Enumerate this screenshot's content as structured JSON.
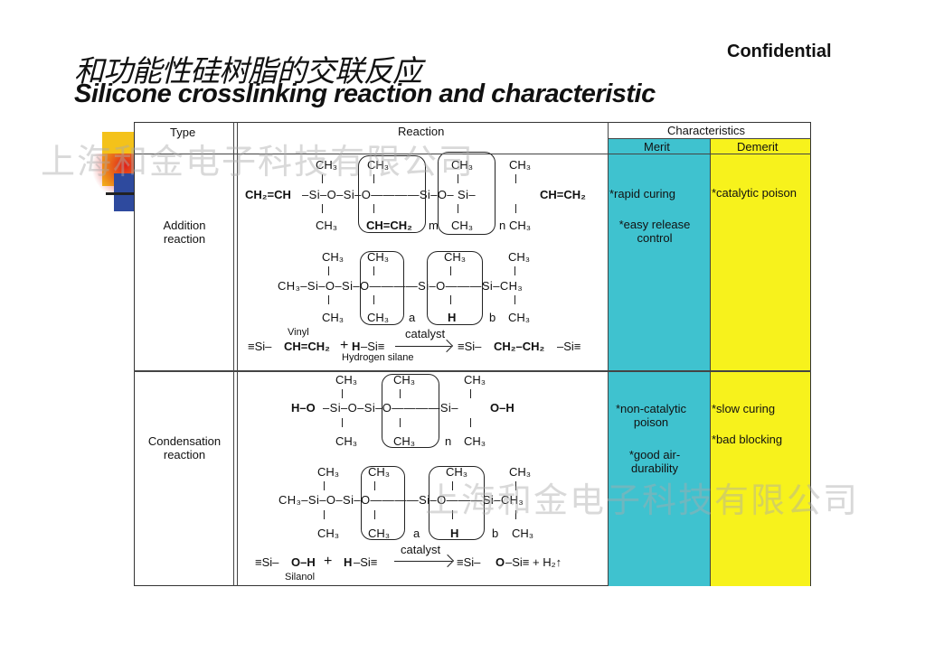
{
  "title_cn": "和功能性硅树脂的交联反应",
  "title_en": "Silicone crosslinking reaction and characteristic",
  "confidential": "Confidential",
  "watermark": "上海和金电子科技有限公司",
  "table": {
    "headers": {
      "type": "Type",
      "reaction": "Reaction",
      "characteristics": "Characteristics",
      "merit": "Merit",
      "demerit": "Demerit"
    },
    "rows": [
      {
        "type": "Addition\nreaction",
        "merits": [
          "*rapid curing",
          "*easy release\ncontrol"
        ],
        "demerits": [
          "*catalytic poison"
        ]
      },
      {
        "type": "Condensation\nreaction",
        "merits": [
          "*non-catalytic\npoison",
          "*good air-\ndurability"
        ],
        "demerits": [
          "*slow curing",
          "*bad blocking"
        ]
      }
    ]
  },
  "chem": {
    "ch3": "CH₃",
    "h": "H",
    "m": "m",
    "n": "n",
    "a": "a",
    "b": "b",
    "vinyl_group": "CH=CH₂",
    "m1": {
      "left": "CH₂=CH",
      "mid1": "–Si–O–Si–O————Si–O–  Si–",
      "right": "CH=CH₂"
    },
    "m2": {
      "mid": "CH₃–Si–O–Si–O————Si–O———Si–CH₃"
    },
    "r1": {
      "vinyl": "Vinyl",
      "a1": "≡Si–",
      "a2": "CH=CH₂",
      "a3": "+",
      "a4": "H",
      "a5": "–Si≡",
      "catalyst": "catalyst",
      "p1": "≡Si–",
      "p2": "CH₂–CH₂",
      "p3": "–Si≡",
      "hsilane": "Hydrogen silane"
    },
    "m3": {
      "l": "H–O",
      "mid": "–Si–O–Si–O————Si–",
      "r": "O–H"
    },
    "r2": {
      "a1": "≡Si–",
      "a2": "O–H",
      "a3": " +",
      "a4": "H",
      "a5": "–Si≡",
      "catalyst": "catalyst",
      "p1": "≡Si–",
      "p2": "O",
      "p3": "–Si≡  +  H₂↑",
      "silanol": "Silanol"
    }
  }
}
